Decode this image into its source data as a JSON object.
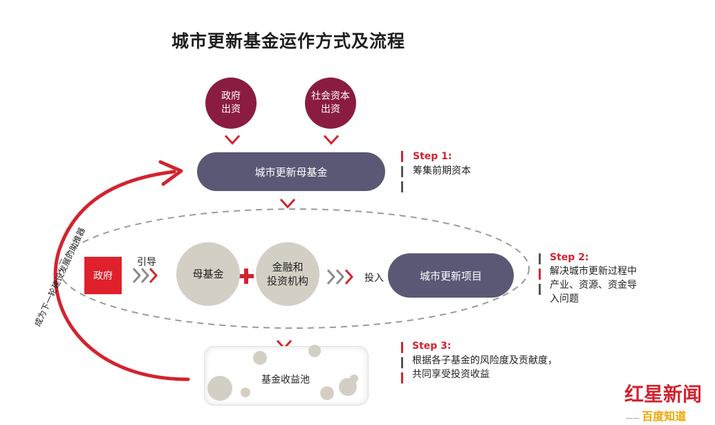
{
  "title": "城市更新基金运作方式及流程",
  "sources": {
    "government": "政府\n出资",
    "social": "社会资本\n出资"
  },
  "mother_fund": "城市更新母基金",
  "step1": {
    "head": "Step 1:",
    "text": "筹集前期资本"
  },
  "government": "政府",
  "guide_label": "引导",
  "mother_fund_short": "母基金",
  "financial": "金融和\n投资机构",
  "invest_label": "投入",
  "project": "城市更新项目",
  "step2": {
    "head": "Step 2:",
    "lines": [
      "解决城市更新过程中",
      "产业、资源、资金导",
      "入问题"
    ]
  },
  "pool": "基金收益池",
  "step3": {
    "head": "Step 3:",
    "lines": [
      "根据各子基金的风险度及贡献度，",
      "共同享受投资收益"
    ]
  },
  "side_text": "成为下一轮建设发展的助推器",
  "watermark": {
    "brand": "红星新闻",
    "partner": "百度知道"
  },
  "colors": {
    "red": "#d3232f",
    "maroon": "#8a1c42",
    "slate": "#5a5874",
    "beige": "#d4cfc5",
    "gray_arrow": "#8a8a8a"
  }
}
